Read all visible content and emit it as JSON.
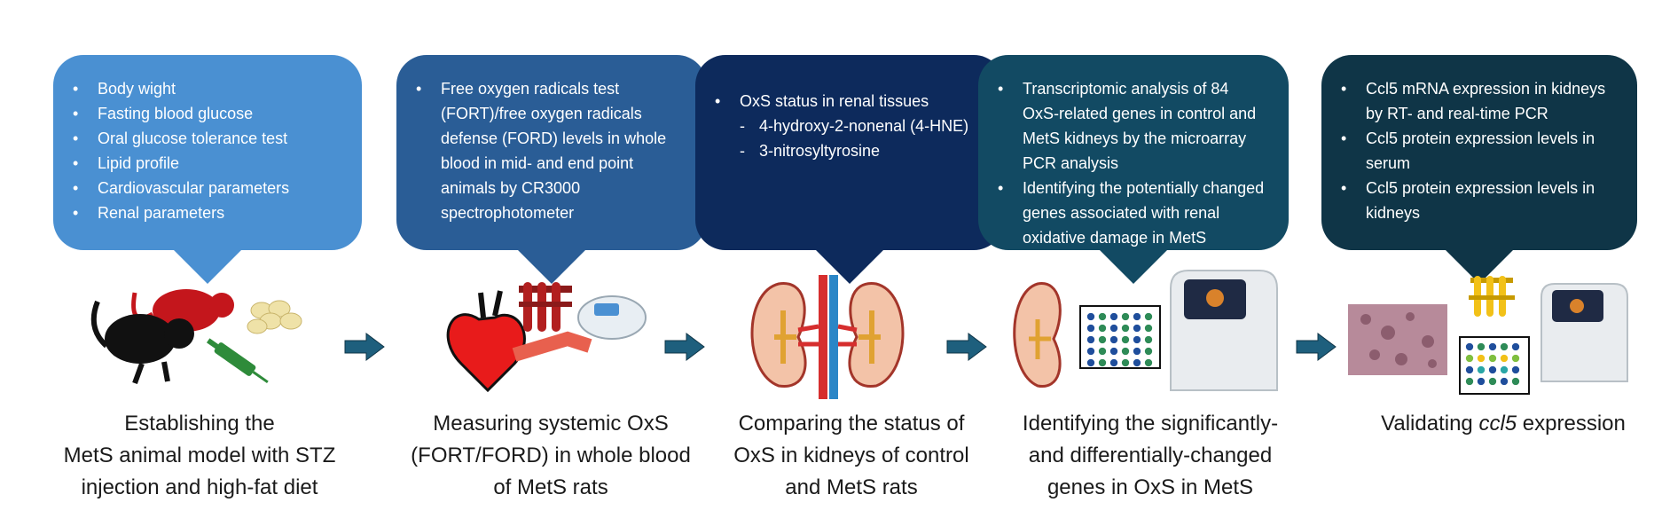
{
  "colors": {
    "step1": "#4a90d2",
    "step2": "#2a5d96",
    "step3": "#0d2a5c",
    "step4": "#124a63",
    "step5": "#0f3547",
    "arrow": "#1e5f7d"
  },
  "steps": [
    {
      "bullets": [
        "Body wight",
        "Fasting blood glucose",
        "Oral glucose tolerance test",
        "Lipid profile",
        "Cardiovascular parameters",
        "Renal parameters"
      ],
      "caption": [
        "Establishing the",
        "MetS animal model with STZ",
        "injection and high-fat diet"
      ],
      "icons": [
        "rat-icon",
        "syringe-icon",
        "food-pellets-icon"
      ]
    },
    {
      "bullets": [
        "Free oxygen radicals test (FORT)/free oxygen radicals defense (FORD) levels in whole blood in mid- and end point animals by CR3000 spectrophotometer"
      ],
      "caption": [
        "Measuring systemic OxS",
        "(FORT/FORD) in whole blood",
        "of MetS rats"
      ],
      "icons": [
        "heart-icon",
        "blood-tubes-icon",
        "spectrophotometer-icon"
      ]
    },
    {
      "bullets": [
        "OxS status in renal tissues"
      ],
      "subbullets": [
        "4-hydroxy-2-nonenal (4-HNE)",
        "3-nitrosyltyrosine"
      ],
      "caption": [
        "Comparing the status of",
        "OxS in kidneys of control",
        "and MetS rats"
      ],
      "icons": [
        "kidneys-icon"
      ]
    },
    {
      "bullets": [
        "Transcriptomic analysis of 84 OxS-related genes  in control and MetS kidneys by the microarray PCR analysis",
        "Identifying the potentially changed genes associated with renal oxidative damage in MetS"
      ],
      "caption": [
        "Identifying the significantly-",
        "and differentially-changed",
        "genes in  OxS in MetS"
      ],
      "icons": [
        "kidney-icon",
        "microarray-icon",
        "pcr-machine-icon"
      ]
    },
    {
      "bullets": [
        "Ccl5 mRNA expression in kidneys by RT- and real-time PCR",
        "Ccl5 protein expression levels in serum",
        "Ccl5 protein expression levels in kidneys"
      ],
      "caption_prefix": "Validating ",
      "caption_italic": "ccl5",
      "caption_suffix": " expression",
      "icons": [
        "tissue-section-icon",
        "tubes-icon",
        "microarray-icon",
        "pcr-machine-icon"
      ]
    }
  ]
}
